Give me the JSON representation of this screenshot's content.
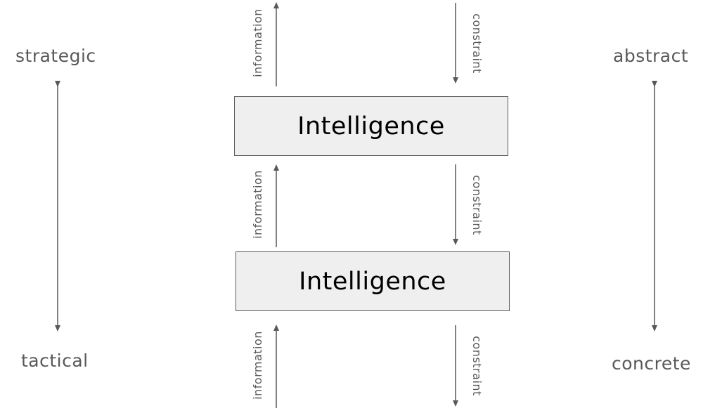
{
  "scale_labels": {
    "left_top": "strategic",
    "left_bottom": "tactical",
    "right_top": "abstract",
    "right_bottom": "concrete"
  },
  "boxes": [
    {
      "label": "Intelligence"
    },
    {
      "label": "Intelligence"
    }
  ],
  "flows": {
    "upward_label": "information",
    "downward_label": "constraint"
  },
  "colors": {
    "text": "#595959",
    "line": "#595959",
    "box_fill": "#efefef",
    "box_border": "#595959",
    "box_text": "#000000"
  }
}
